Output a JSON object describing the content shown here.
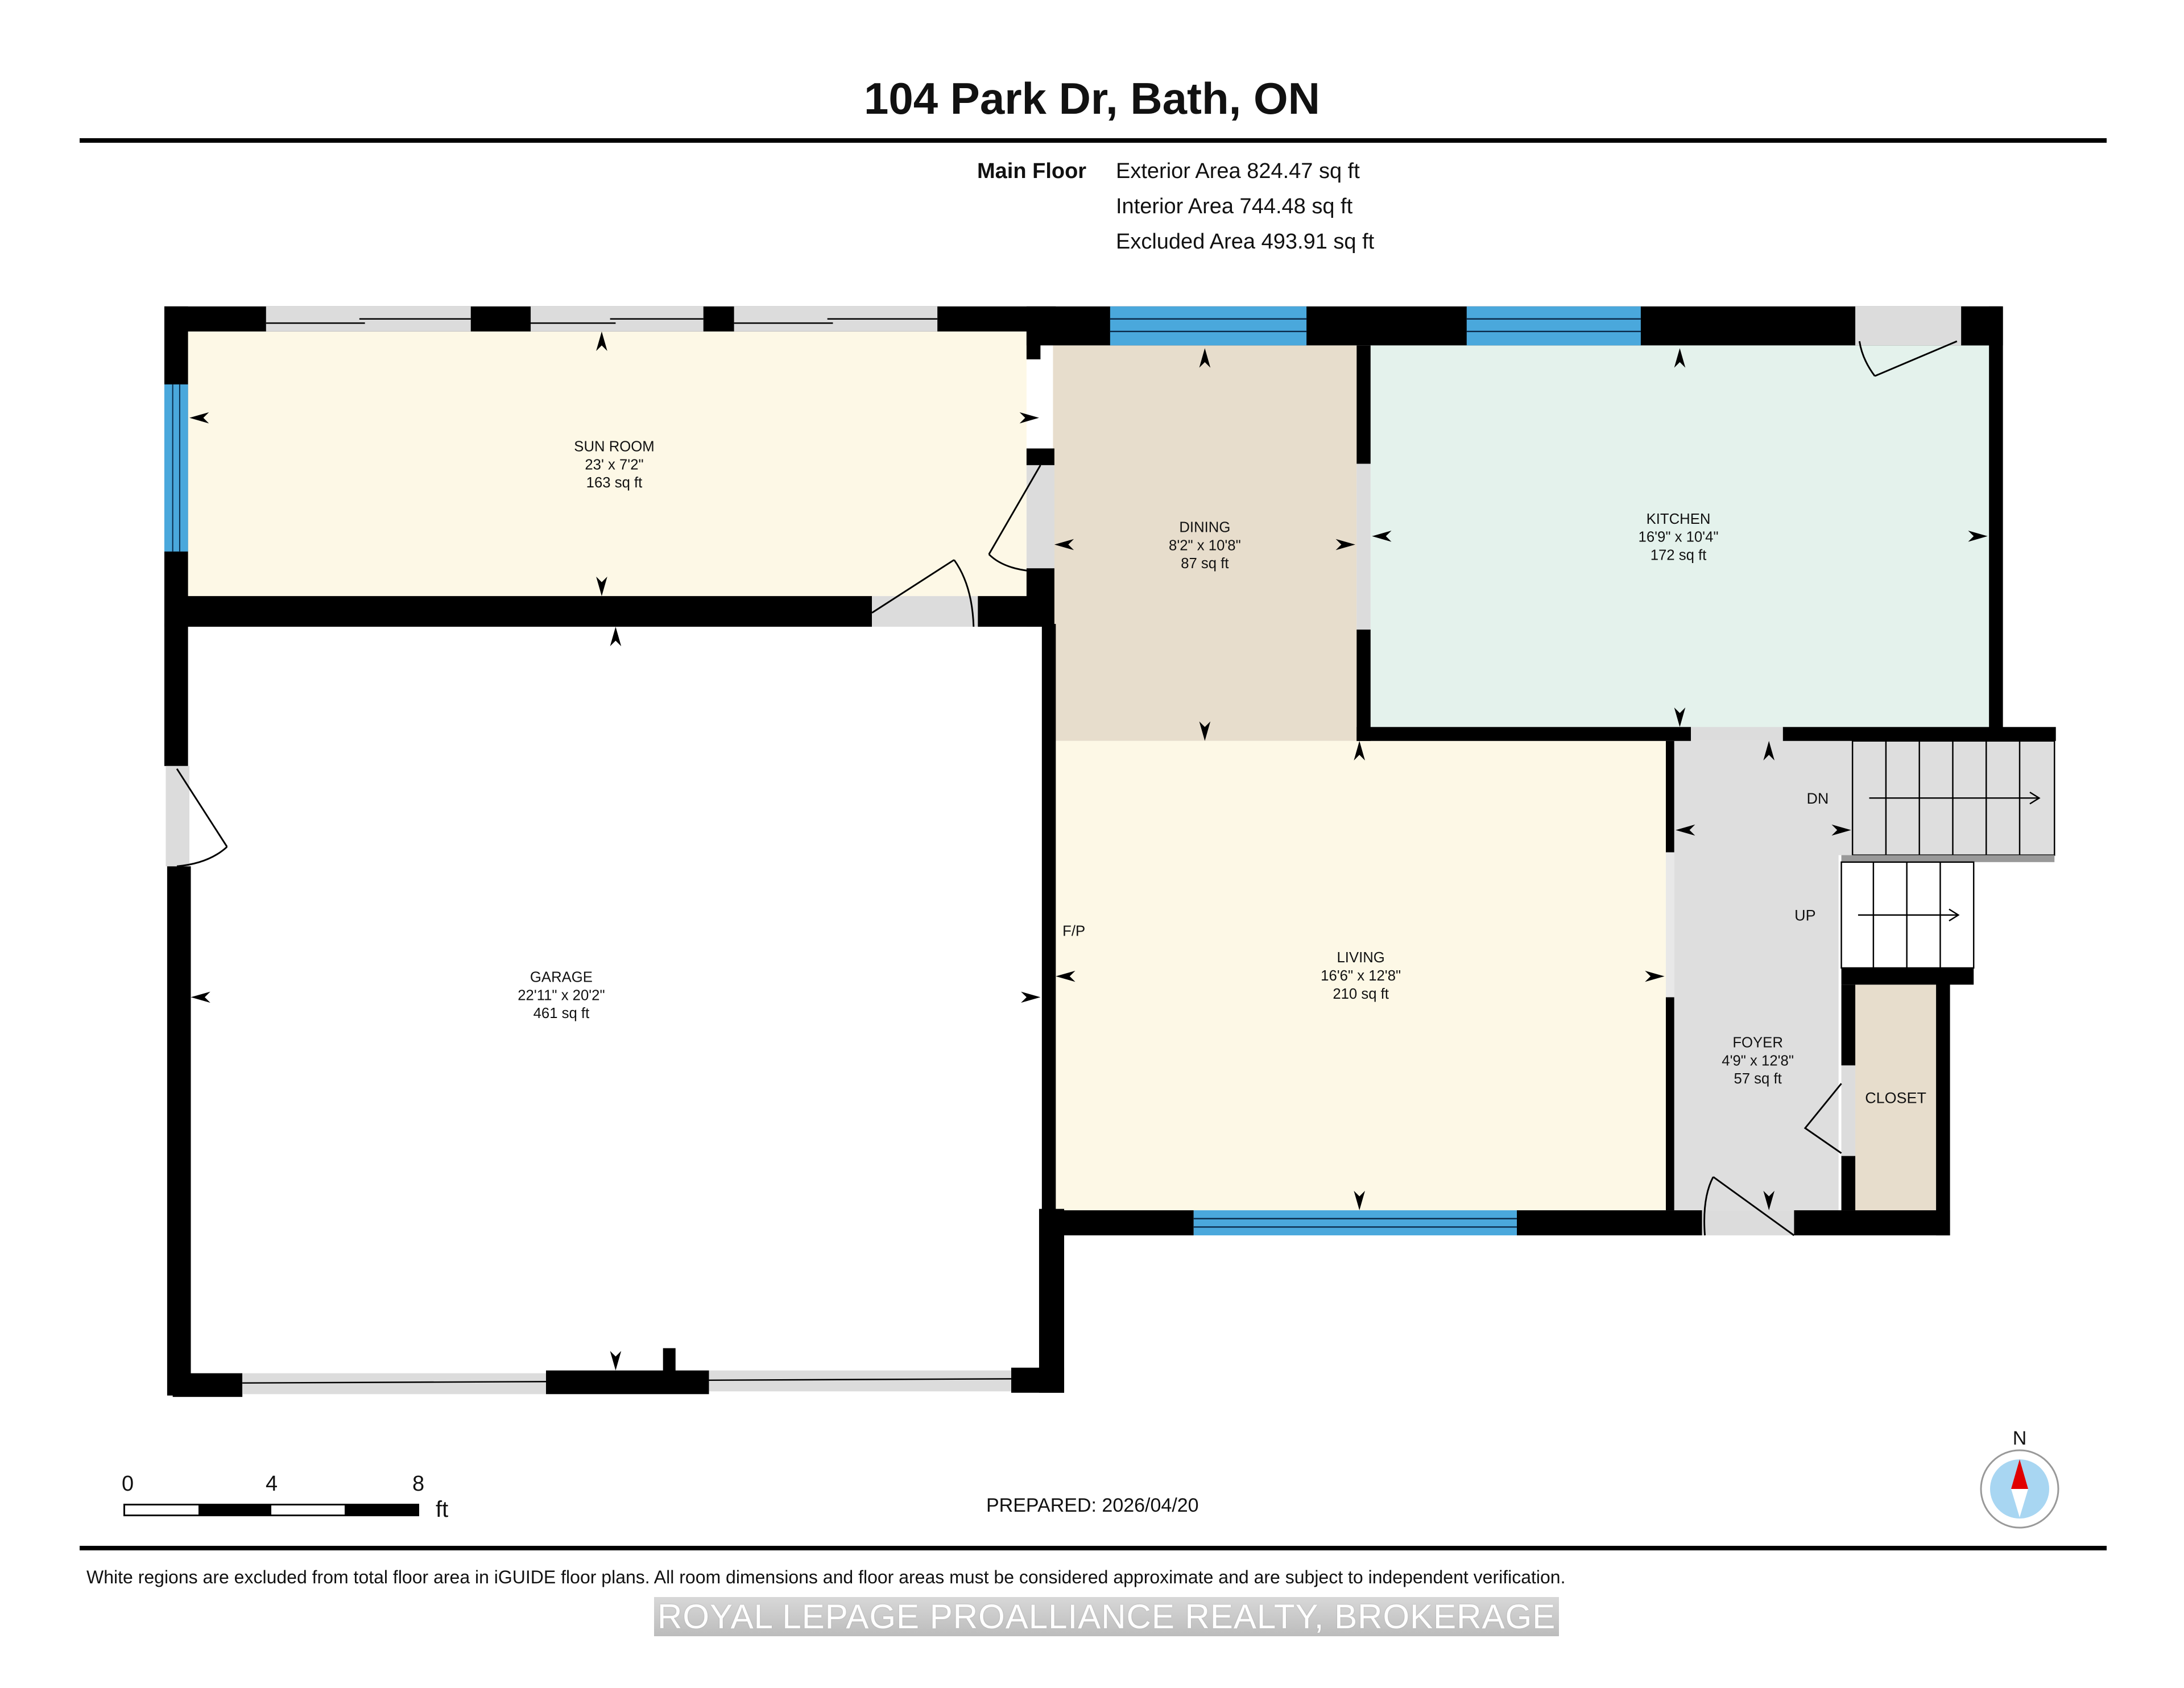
{
  "header": {
    "title": "104 Park Dr, Bath, ON"
  },
  "summary": {
    "floor_label": "Main Floor",
    "exterior_area": "Exterior Area 824.47 sq ft",
    "interior_area": "Interior Area 744.48 sq ft",
    "excluded_area": "Excluded Area 493.91 sq ft"
  },
  "colors": {
    "wall": "#000000",
    "window": "#4aa8dc",
    "door_opening": "#dcdcdc",
    "sun_room_fill": "#fdf8e6",
    "dining_fill": "#e7ddcc",
    "kitchen_fill": "#e4f2ec",
    "living_fill": "#fdf8e6",
    "foyer_fill": "#dedede",
    "closet_fill": "#e7ddcc",
    "garage_fill": "#ffffff",
    "compass_red": "#e00000",
    "compass_blue": "#a8d6f2"
  },
  "rooms": [
    {
      "name": "SUN ROOM",
      "dimensions": "23' x 7'2\"",
      "area": "163 sq ft"
    },
    {
      "name": "DINING",
      "dimensions": "8'2\" x 10'8\"",
      "area": "87 sq ft"
    },
    {
      "name": "KITCHEN",
      "dimensions": "16'9\" x 10'4\"",
      "area": "172 sq ft"
    },
    {
      "name": "GARAGE",
      "dimensions": "22'11\" x 20'2\"",
      "area": "461 sq ft"
    },
    {
      "name": "LIVING",
      "dimensions": "16'6\" x 12'8\"",
      "area": "210 sq ft"
    },
    {
      "name": "FOYER",
      "dimensions": "4'9\" x 12'8\"",
      "area": "57 sq ft"
    },
    {
      "name": "CLOSET"
    }
  ],
  "annotations": {
    "fireplace": "F/P",
    "stairs_down": "DN",
    "stairs_up": "UP"
  },
  "scale": {
    "labels": [
      "0",
      "4",
      "8"
    ],
    "unit": "ft"
  },
  "prepared": "PREPARED: 2026/04/20",
  "compass": {
    "north_label": "N"
  },
  "footer": {
    "disclaimer": "White regions are excluded from total floor area in iGUIDE floor plans. All room dimensions and floor areas must be considered approximate and are subject to independent verification.",
    "brokerage_watermark": "ROYAL LEPAGE PROALLIANCE REALTY, BROKERAGE"
  }
}
